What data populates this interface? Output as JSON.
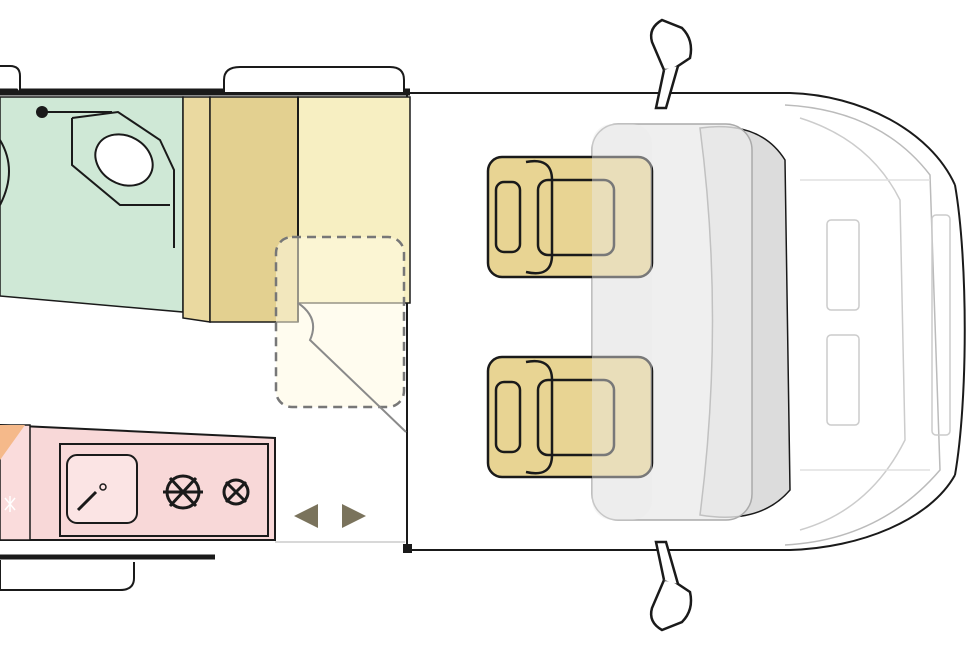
{
  "diagram": {
    "type": "campervan-floor-plan",
    "zones": [
      {
        "name": "bathroom",
        "color": "#cfe8d6"
      },
      {
        "name": "wardrobe",
        "color": "#ead9a0"
      },
      {
        "name": "cupboard",
        "color": "#f7efc2"
      },
      {
        "name": "kitchen",
        "color": "#f8d8d8"
      },
      {
        "name": "fridge",
        "color": "#f5b98a"
      },
      {
        "name": "cab-seats",
        "color": "#e8d493"
      },
      {
        "name": "dashboard",
        "color": "#e5e5e5"
      }
    ],
    "outline_color": "#1a1a1a",
    "arrow_color": "#7a735c",
    "icons": [
      "toilet-icon",
      "sink-icon",
      "hob-burner-icon",
      "sliding-door-arrows-icon",
      "mirror-icon",
      "swivel-seat-icon"
    ]
  }
}
